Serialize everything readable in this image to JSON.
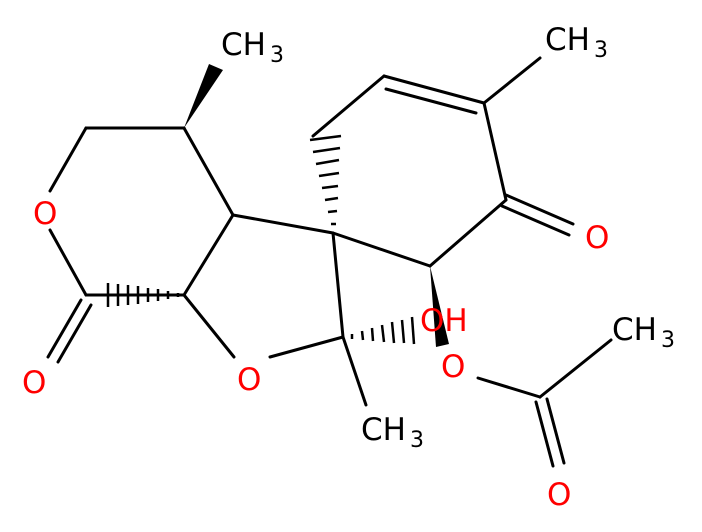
{
  "colors": {
    "bond": "#000000",
    "oxygen": "#ff0000",
    "carbon_label": "#000000",
    "background": "#ffffff"
  },
  "labels": {
    "ring_oxygen_lactone": "O",
    "carbonyl_oxygen_lactone": "O",
    "ring_oxygen_furan": "O",
    "ketone_oxygen": "O",
    "hydroxyl": "OH",
    "ester_oxygen": "O",
    "acetyl_carbonyl_oxygen": "O",
    "methyl_top_left": {
      "main": "CH",
      "sub": "3"
    },
    "methyl_top_right": {
      "main": "CH",
      "sub": "3"
    },
    "methyl_bottom": {
      "main": "CH",
      "sub": "3"
    },
    "methyl_acetyl": {
      "main": "CH",
      "sub": "3"
    }
  }
}
